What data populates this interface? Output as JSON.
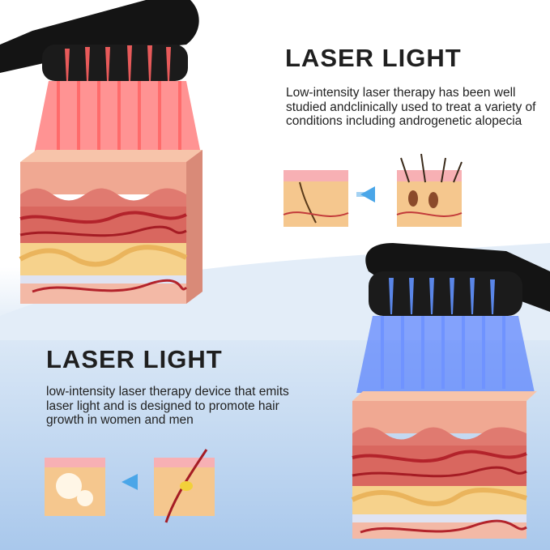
{
  "sections": {
    "top": {
      "title": "LASER LIGHT",
      "description": "Low-intensity laser therapy has been well studied andclinically used to treat a variety of conditions including androgenetic alopecia"
    },
    "bottom": {
      "title": "LASER LIGHT",
      "description": "low-intensity laser therapy device that emits laser light and is designed to promote hair growth in women and men"
    }
  },
  "colors": {
    "red_light": "#ff3b3b",
    "blue_light": "#2457ff",
    "device": "#141414",
    "skin": "#f4b79b",
    "vessel": "#b3232b",
    "fat": "#f6d28c",
    "arrow": "#4aa6e8"
  },
  "icons": [
    "red-laser-comb-device",
    "blue-laser-comb-device",
    "skin-cross-section",
    "hair-follicle-before",
    "hair-follicle-after",
    "arrow-icon"
  ]
}
